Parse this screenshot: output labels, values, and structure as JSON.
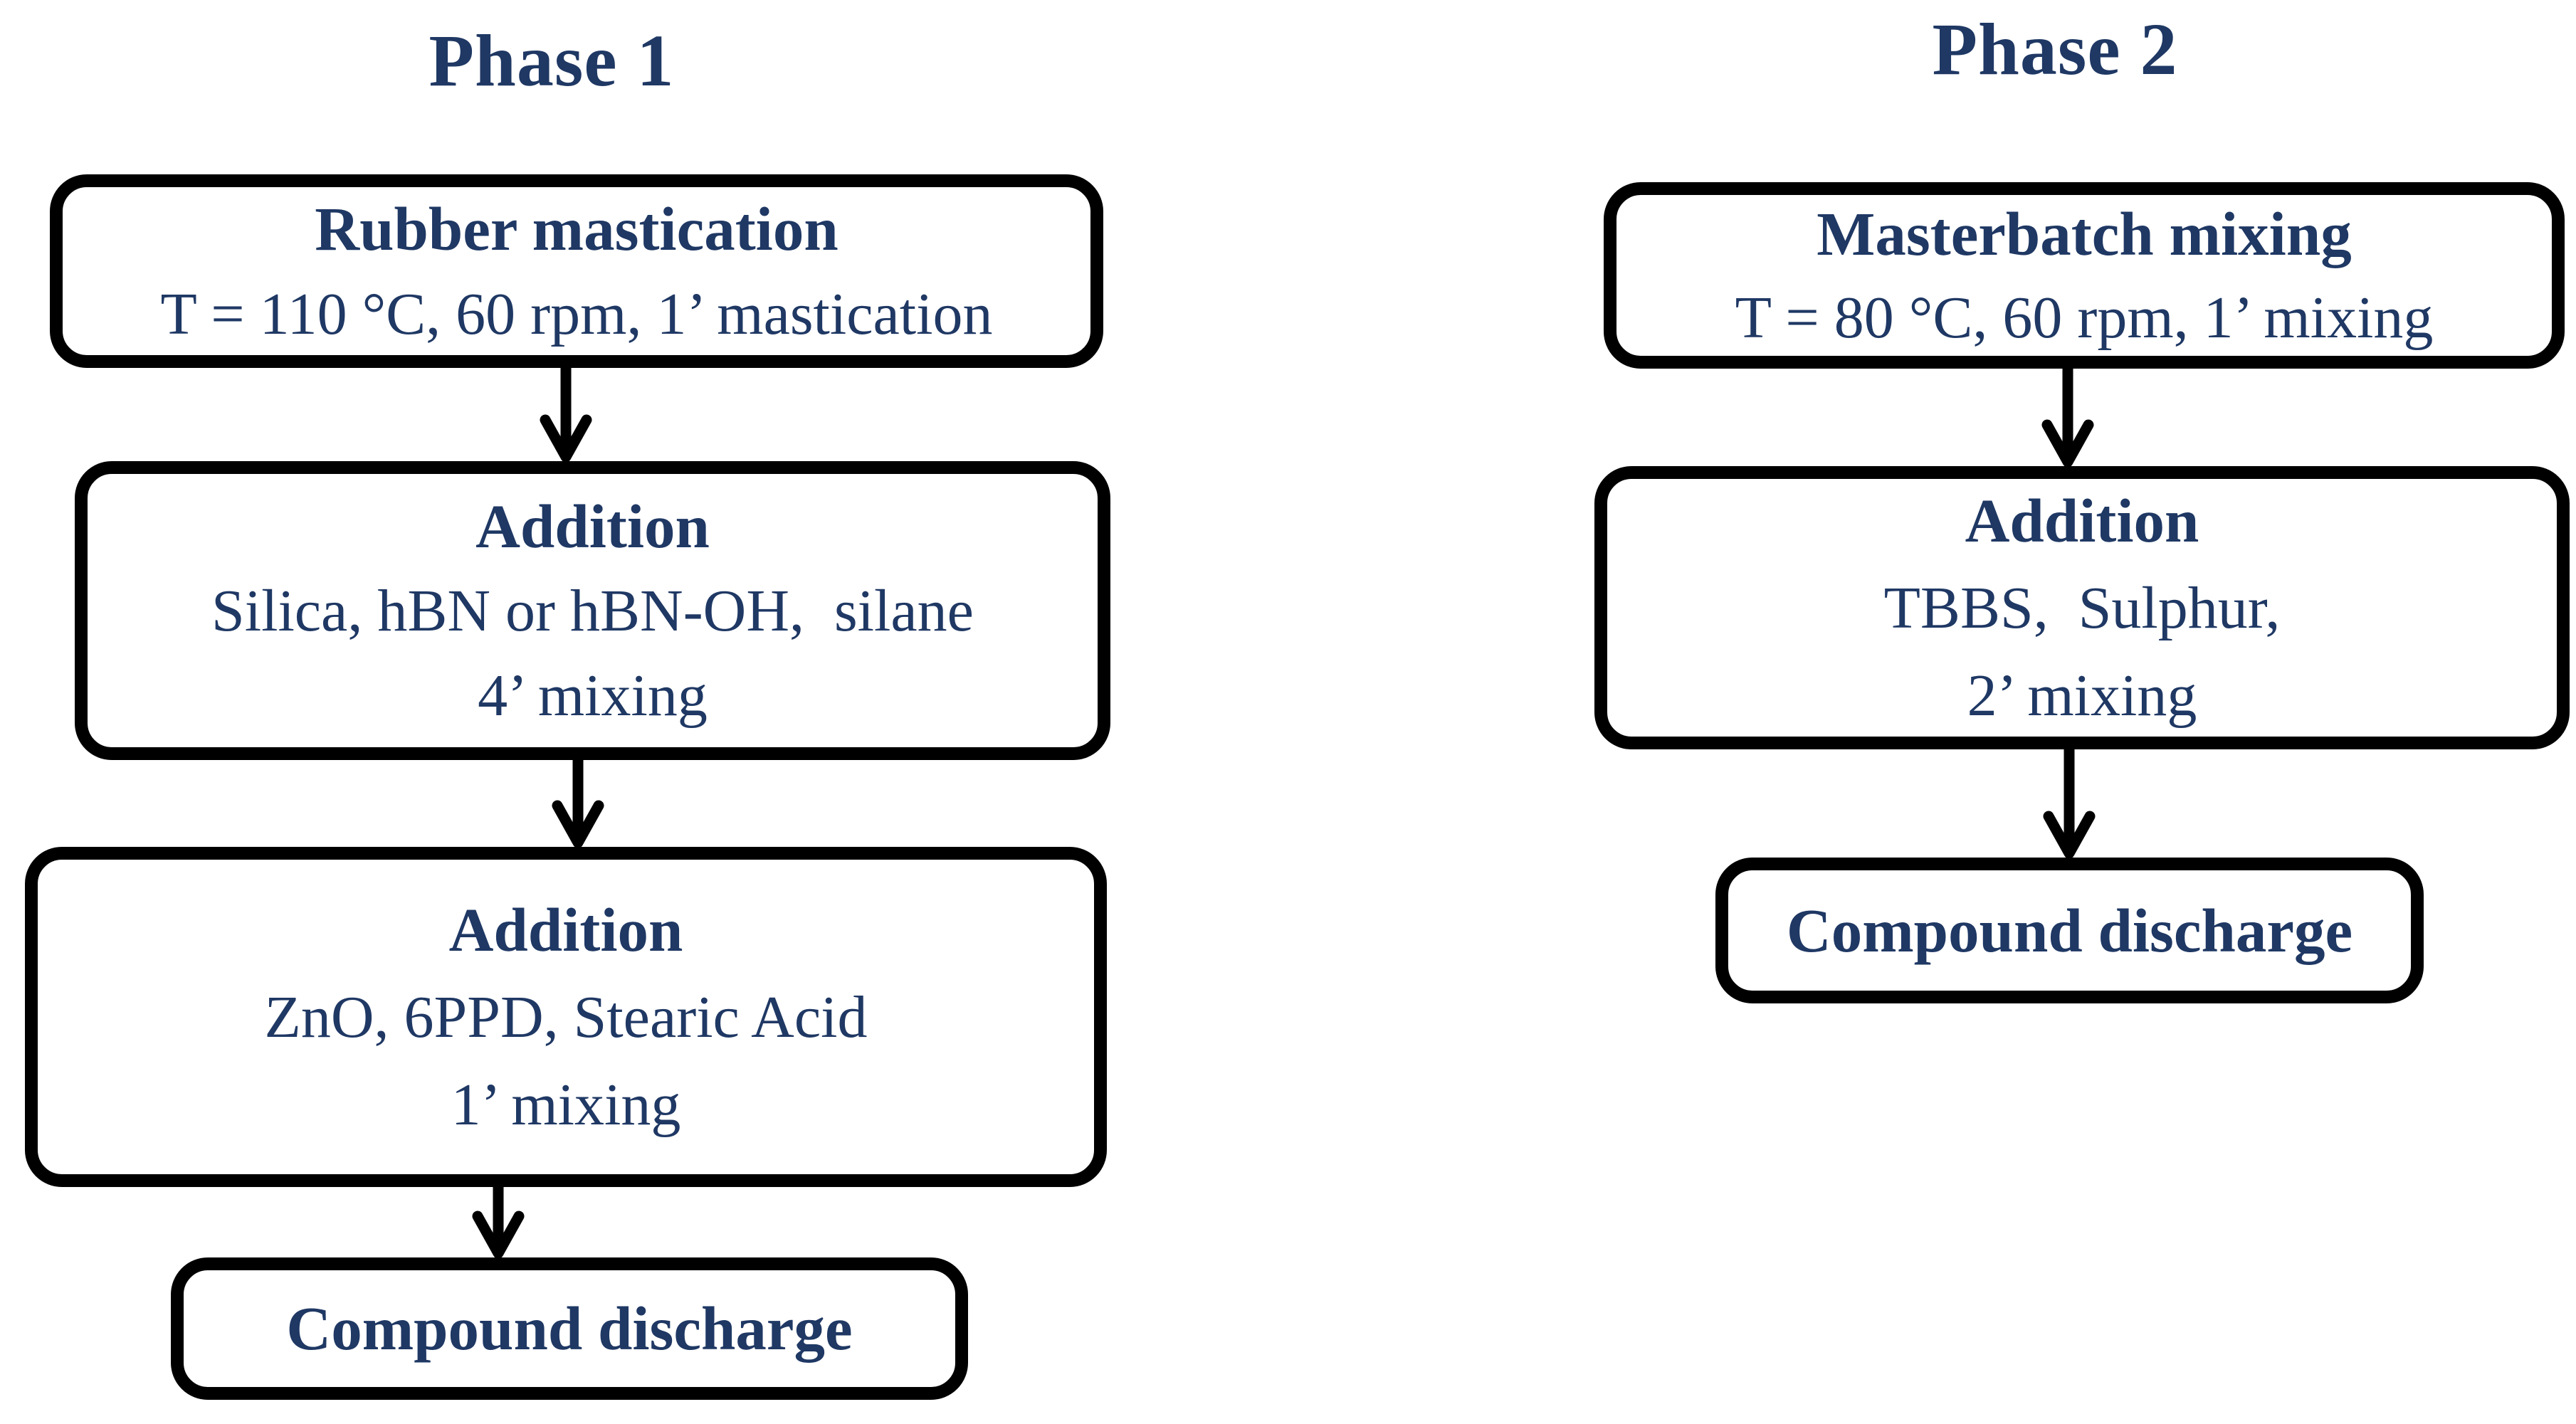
{
  "colors": {
    "text": "#1f3864",
    "line": "#000000",
    "background": "#ffffff"
  },
  "phases": [
    {
      "title": "Phase 1",
      "boxes": [
        {
          "header": "Rubber mastication",
          "lines": [
            "T = 110 °C, 60 rpm, 1’ mastication"
          ]
        },
        {
          "header": "Addition",
          "lines": [
            "Silica, hBN or hBN-OH,  silane",
            "4’ mixing"
          ]
        },
        {
          "header": "Addition",
          "lines": [
            "ZnO, 6PPD, Stearic Acid",
            "1’ mixing"
          ]
        },
        {
          "header": "Compound discharge",
          "lines": []
        }
      ]
    },
    {
      "title": "Phase 2",
      "boxes": [
        {
          "header": "Masterbatch mixing",
          "lines": [
            "T = 80 °C, 60 rpm, 1’ mixing"
          ]
        },
        {
          "header": "Addition",
          "lines": [
            "TBBS,  Sulphur,",
            "2’ mixing"
          ]
        },
        {
          "header": "Compound discharge",
          "lines": []
        }
      ]
    }
  ]
}
